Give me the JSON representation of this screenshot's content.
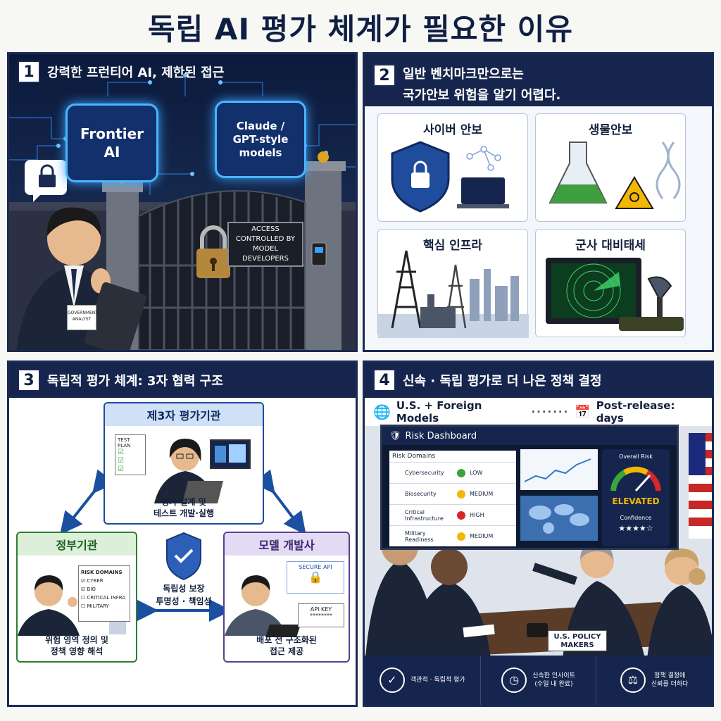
{
  "main_title": "독립 AI 평가 체계가 필요한 이유",
  "panel1": {
    "number": "1",
    "title": "강력한 프런티어 AI, 제한된 접근",
    "chip1": "Frontier AI",
    "chip2": "Claude / GPT-style models",
    "access_sign_1": "ACCESS",
    "access_sign_2": "CONTROLLED BY",
    "access_sign_3": "MODEL DEVELOPERS",
    "badge": "GOVERNMENT ANALYST"
  },
  "panel2": {
    "number": "2",
    "title_line1": "일반 벤치마크만으로는",
    "title_line2": "국가안보 위험을 알기 어렵다.",
    "domains": [
      {
        "label": "사이버 안보",
        "icon": "shield-lock-icon"
      },
      {
        "label": "생물안보",
        "icon": "biohazard-flask-icon"
      },
      {
        "label": "핵심 인프라",
        "icon": "power-tower-icon"
      },
      {
        "label": "군사 대비태세",
        "icon": "radar-icon"
      }
    ]
  },
  "panel3": {
    "number": "3",
    "title": "독립적 평가 체계: 3자 협력 구조",
    "third_party": {
      "header": "제3자 평가기관",
      "caption_1": "평가 설계 및",
      "caption_2": "테스트 개발·실행",
      "note": "TEST PLAN"
    },
    "government": {
      "header": "정부기관",
      "caption_1": "위험 영역 정의 및",
      "caption_2": "정책 영향 해석",
      "note_title": "RISK DOMAINS",
      "note_items": [
        "CYBER",
        "BIO",
        "CRITICAL INFRA",
        "MILITARY"
      ]
    },
    "developer": {
      "header": "모델 개발사",
      "caption_1": "배포 전 구조화된",
      "caption_2": "접근 제공",
      "api_label": "SECURE API",
      "key_label": "API KEY",
      "key_mask": "********"
    },
    "center_1": "독립성 보장",
    "center_2": "투명성 · 책임성"
  },
  "panel4": {
    "number": "4",
    "title": "신속 · 독립 평가로 더 나은 정책 결정",
    "models_label": "U.S. + Foreign Models",
    "timing_label": "Post-release: days",
    "dashboard": {
      "title": "Risk Dashboard",
      "domains_header": "Risk Domains",
      "rows": [
        {
          "name": "Cybersecurity",
          "level": "LOW",
          "color": "#3aa53a"
        },
        {
          "name": "Biosecurity",
          "level": "MEDIUM",
          "color": "#f2b705"
        },
        {
          "name": "Critical Infrastructure",
          "level": "HIGH",
          "color": "#d62828"
        },
        {
          "name": "Military Readiness",
          "level": "MEDIUM",
          "color": "#f2b705"
        }
      ],
      "overall_label": "Overall Risk",
      "overall_value": "ELEVATED",
      "confidence_label": "Confidence",
      "confidence_stars": "★★★★☆"
    },
    "placard": "U.S. POLICY MAKERS",
    "bottom": [
      {
        "text": "객관적 · 독립적 평가",
        "icon": "shield-check-icon"
      },
      {
        "text_1": "신속한 인사이트",
        "text_2": "(수일 내 완료)",
        "icon": "clock-icon"
      },
      {
        "text_1": "정책 결정에",
        "text_2": "신뢰를 더하다",
        "icon": "scales-icon"
      }
    ]
  }
}
